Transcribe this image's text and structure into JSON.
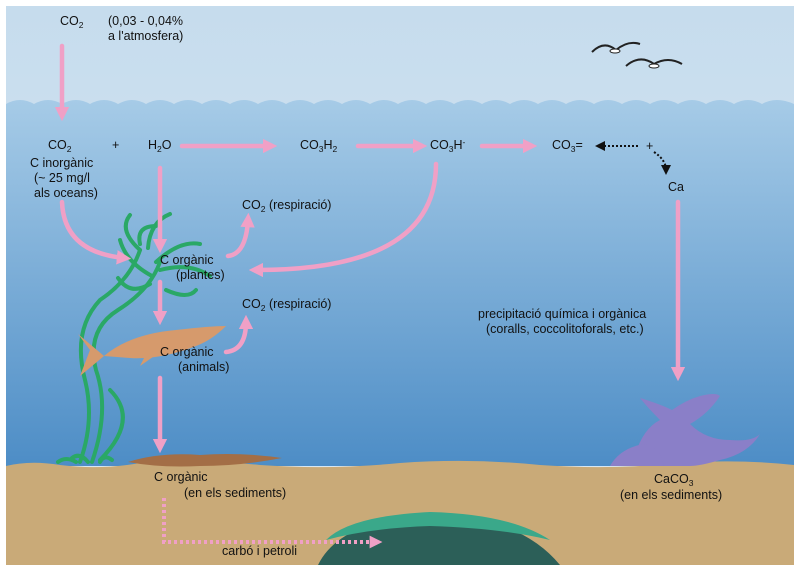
{
  "labels": {
    "co2_top": "CO",
    "co2_top_sub": "2",
    "atm_line1": "(0,03 - 0,04%",
    "atm_line2": "a l'atmosfera)",
    "co2_ocean": "CO",
    "co2_ocean_sub": "2",
    "plus1": "+",
    "h2o_h": "H",
    "h2o_sub": "2",
    "h2o_o": "O",
    "co3h2_a": "CO",
    "co3h2_sub1": "3",
    "co3h2_b": "H",
    "co3h2_sub2": "2",
    "co3h_a": "CO",
    "co3h_sub": "3",
    "co3h_b": "H",
    "co3h_sup": "-",
    "co3_a": "CO",
    "co3_sub": "3",
    "co3_sup": "=",
    "plus2": "+",
    "ca": "Ca",
    "c_inorg_1": "C inorgànic",
    "c_inorg_2": "(~ 25 mg/l",
    "c_inorg_3": "als oceans)",
    "co2_resp1_a": "CO",
    "co2_resp1_sub": "2",
    "co2_resp1_b": " (respiració)",
    "c_org_plants_1": "C orgànic",
    "c_org_plants_2": "(plantes)",
    "co2_resp2_a": "CO",
    "co2_resp2_sub": "2",
    "co2_resp2_b": " (respiració)",
    "c_org_animals_1": "C orgànic",
    "c_org_animals_2": "(animals)",
    "precip_1": "precipitació química i orgànica",
    "precip_2": "(coralls, coccolitoforals, etc.)",
    "c_org_sed_1": "C orgànic",
    "c_org_sed_2": "(en els sediments)",
    "caco3_a": "CaCO",
    "caco3_sub": "3",
    "caco3_2": "(en els sediments)",
    "carbo": "carbó i petroli"
  },
  "colors": {
    "sky": "#cfe3f0",
    "ocean_top": "#a3c9e6",
    "ocean_bottom": "#4e8ec6",
    "sediment": "#c9aa78",
    "arrow_pink": "#f0a0c6",
    "algae": "#2aa866",
    "fish": "#d69a6c",
    "coral": "#8a7fc8",
    "mound_top": "#3aa88a",
    "mound_body": "#2c5f58"
  },
  "icons": {
    "birds": "seagull-icon",
    "algae": "seaweed-icon",
    "fish": "fish-icon",
    "coral": "coral-icon"
  }
}
